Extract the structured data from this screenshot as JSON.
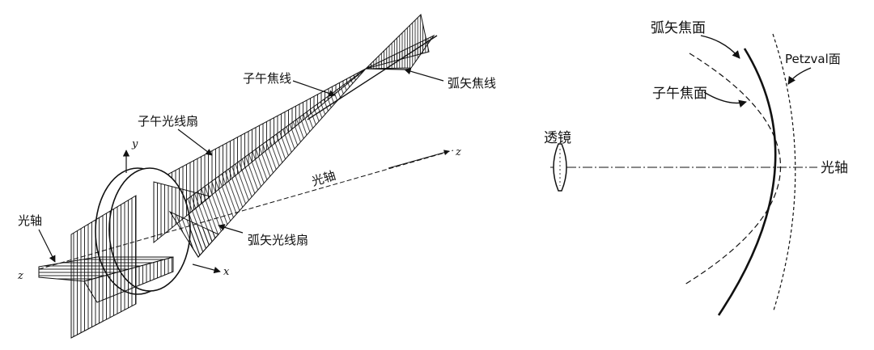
{
  "left_diagram": {
    "labels": {
      "meridional_focal_line": "子午焦线",
      "sagittal_focal_line": "弧矢焦线",
      "meridional_fan": "子午光线扇",
      "sagittal_fan": "弧矢光线扇",
      "optical_axis_mid": "光轴",
      "optical_axis_left": "光轴"
    },
    "axes": {
      "y": "y",
      "z_right": "z",
      "z_left": "z",
      "x": "x"
    }
  },
  "right_diagram": {
    "labels": {
      "sagittal_surface": "弧矢焦面",
      "meridional_surface": "子午焦面",
      "petzval_surface": "Petzval面",
      "lens": "透镜",
      "optical_axis": "光轴"
    }
  }
}
